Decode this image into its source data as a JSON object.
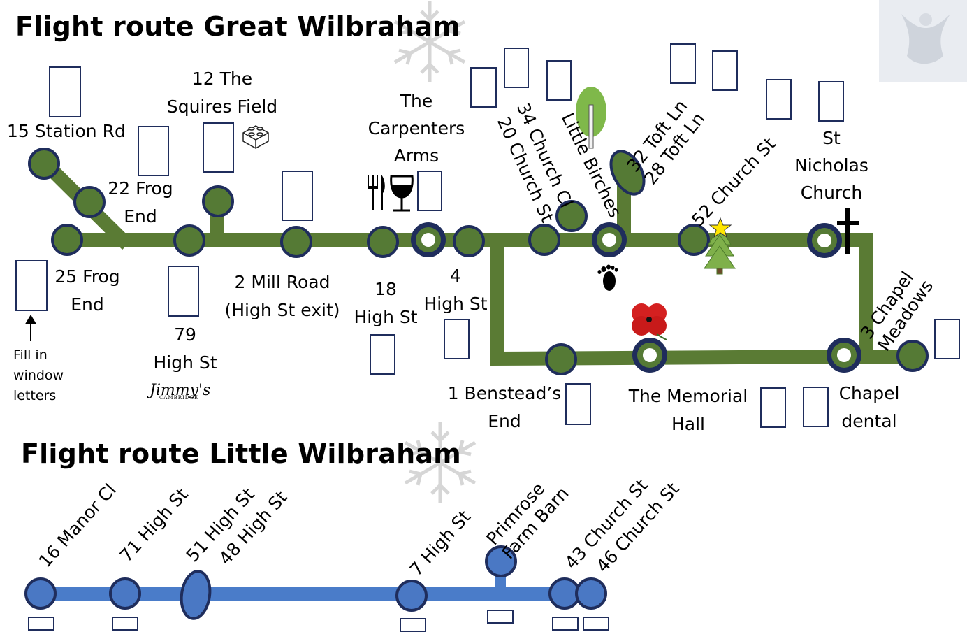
{
  "titles": {
    "great": "Flight route Great Wilbraham",
    "little": "Flight route Little Wilbraham"
  },
  "great_stops": {
    "station_rd": "15 Station Rd",
    "squires_field": "12 The\nSquires Field",
    "frog_end_22": "22 Frog\nEnd",
    "frog_end_25": "25 Frog\nEnd",
    "high_st_79": "79\nHigh St",
    "mill_road": "2 Mill Road\n(High St exit)",
    "carpenters": "The\nCarpenters\nArms",
    "high_st_18": "18\nHigh St",
    "high_st_4": "4\nHigh St",
    "church_st_20": "20 Church St",
    "church_cl_34": "34 Church Cl",
    "little_birches": "Little Birches",
    "toft_ln_32": "32 Toft Ln",
    "toft_ln_28": "28 Toft Ln",
    "church_st_52": "52 Church St",
    "st_nicholas": "St\nNicholas\nChurch",
    "chapel_meadows": "3 Chapel\nMeadows",
    "bensteads": "1 Benstead’s\nEnd",
    "memorial_hall": "The Memorial\nHall",
    "chapel_dental": "Chapel\ndental"
  },
  "instructions": "Fill in\nwindow\nletters",
  "logos": {
    "jimmys": "Jimmy's",
    "jimmys_sub": "CAMBRIDGE"
  },
  "icons": [
    "snowflake-icon",
    "lego-brick-icon",
    "cutlery-icon",
    "wine-glass-icon",
    "birch-tree-icon",
    "footprint-icon",
    "christmas-tree-icon",
    "star-icon",
    "cross-icon",
    "poppy-icon",
    "angel-icon"
  ],
  "little_stops": {
    "manor_cl": "16 Manor Cl",
    "high_st_71": "71 High St",
    "high_st_51": "51 High St",
    "high_st_48": "48 High St",
    "high_st_7": "7 High St",
    "primrose": "Primrose\nFarm Barn",
    "church_st_43": "43 Church St",
    "church_st_46": "46 Church St"
  },
  "colors": {
    "green_route": "#5a7b34",
    "green_node": "#557a35",
    "node_border": "#1f2d5c",
    "blue_route": "#4a7cc9",
    "blue_node": "#4a78c4",
    "box_border": "#1f2d5c"
  }
}
